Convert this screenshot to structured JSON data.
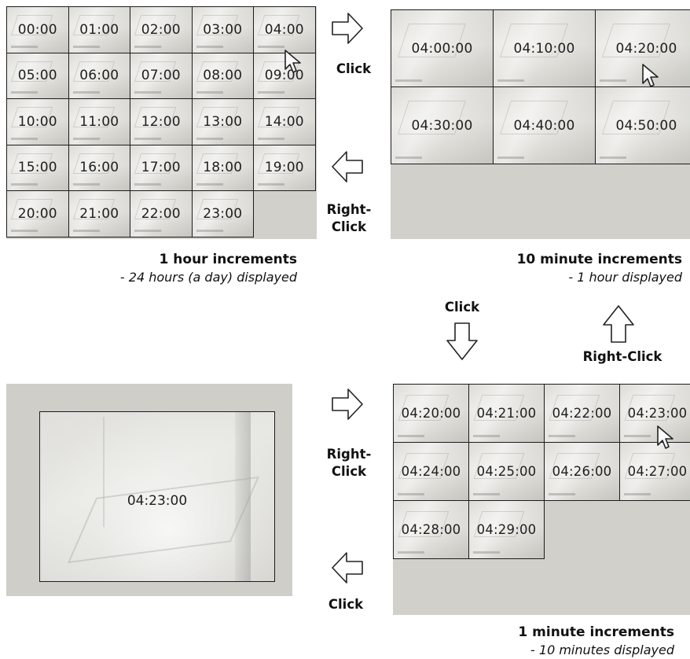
{
  "panels": {
    "hour": {
      "cells": [
        "00:00",
        "01:00",
        "02:00",
        "03:00",
        "04:00",
        "05:00",
        "06:00",
        "07:00",
        "08:00",
        "09:00",
        "10:00",
        "11:00",
        "12:00",
        "13:00",
        "14:00",
        "15:00",
        "16:00",
        "17:00",
        "18:00",
        "19:00",
        "20:00",
        "21:00",
        "22:00",
        "23:00"
      ],
      "caption_title": "1 hour increments",
      "caption_sub": "- 24 hours (a day) displayed"
    },
    "ten_minute": {
      "cells": [
        "04:00:00",
        "04:10:00",
        "04:20:00",
        "04:30:00",
        "04:40:00",
        "04:50:00"
      ],
      "caption_title": "10 minute increments",
      "caption_sub": "- 1 hour displayed"
    },
    "minute": {
      "cells": [
        "04:20:00",
        "04:21:00",
        "04:22:00",
        "04:23:00",
        "04:24:00",
        "04:25:00",
        "04:26:00",
        "04:27:00",
        "04:28:00",
        "04:29:00"
      ],
      "caption_title": "1 minute increments",
      "caption_sub": "- 10 minutes displayed"
    },
    "single": {
      "time": "04:23:00"
    }
  },
  "actions": {
    "click": "Click",
    "right_click_line1": "Right-",
    "right_click_line2": "Click",
    "right_click": "Right-Click"
  },
  "icons": {
    "cursor": "mouse-pointer-icon",
    "arrow_right": "arrow-right-icon",
    "arrow_left": "arrow-left-icon",
    "arrow_down": "arrow-down-icon",
    "arrow_up": "arrow-up-icon"
  },
  "colors": {
    "panel_bg": "#d1d0ca",
    "grid_line": "#1c1c1c"
  }
}
